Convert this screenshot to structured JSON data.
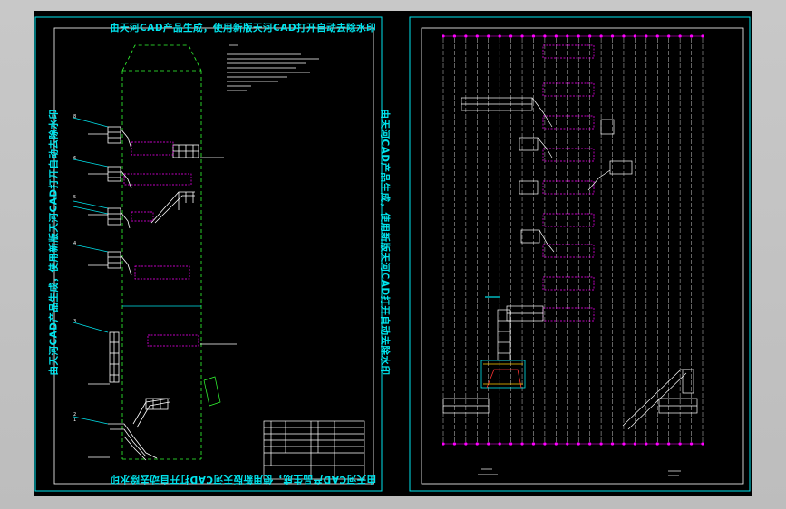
{
  "watermark": {
    "text": "由天河CAD产品生成，使用新版天河CAD打开自动去除水印"
  },
  "sheet_left": {
    "level_markers": [
      "8",
      "6",
      "5",
      "4",
      "3",
      "2",
      "1"
    ]
  },
  "colors": {
    "background": "#000000",
    "frame": "#00e5ee",
    "stair_white": "#ffffff",
    "stair_magenta": "#ff00ff",
    "shaft_green": "#33ff33",
    "grid_lines": "#c8c8c8"
  }
}
